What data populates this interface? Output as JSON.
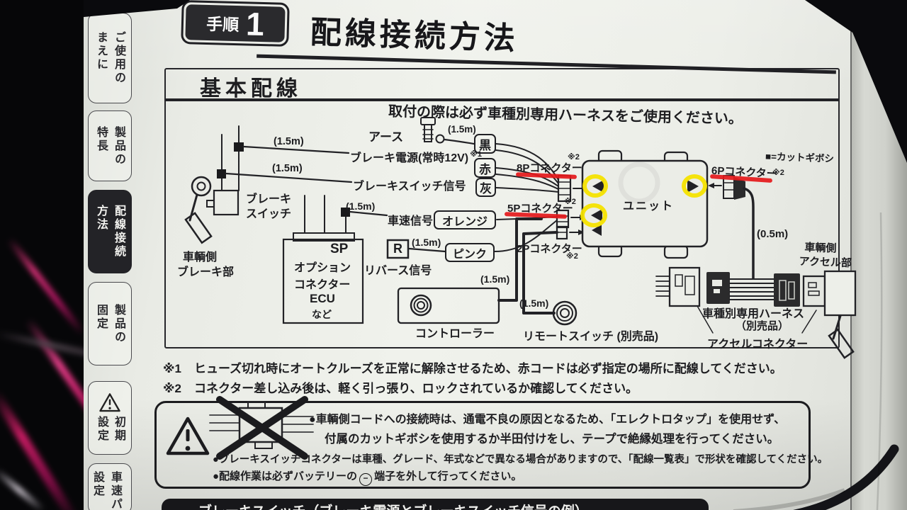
{
  "sidebar": {
    "tabs": [
      {
        "label_line1": "ご使用の",
        "label_line2": "まえに"
      },
      {
        "label_line1": "製品の",
        "label_line2": "特長"
      },
      {
        "label_line1": "配線接続",
        "label_line2": "方法"
      },
      {
        "label_line1": "製品の",
        "label_line2": "固定"
      },
      {
        "label_line1": "初期",
        "label_line2": "設定"
      },
      {
        "label_line1": "車速パ",
        "label_line2": "設定"
      }
    ]
  },
  "header": {
    "step_label": "手順",
    "step_number": "1",
    "title": "配線接続方法"
  },
  "section": {
    "heading": "基本配線",
    "note": "取付の際は必ず車種別専用ハーネスをご使用ください。"
  },
  "diagram": {
    "legend_cut_giboshi": "■=カットギボシ",
    "len_1_5": "(1.5m)",
    "len_0_5": "(0.5m)",
    "ref1": "※1",
    "ref2": "※2",
    "earth": "アース",
    "brake_power": "ブレーキ電源(常時12V)",
    "brake_switch_signal": "ブレーキスイッチ信号",
    "speed_signal": "車速信号",
    "reverse_signal": "リバース信号",
    "reverse_r": "R",
    "wire_black": "黒",
    "wire_red": "赤",
    "wire_gray": "灰",
    "wire_orange": "オレンジ",
    "wire_pink": "ピンク",
    "conn_8p": "8Pコネクター",
    "conn_5p": "5Pコネクター",
    "conn_2p": "2Pコネクター",
    "conn_6p": "6Pコネクター",
    "unit": "ユニット",
    "brake_switch_l1": "ブレーキ",
    "brake_switch_l2": "スイッチ",
    "vehicle_brake_l1": "車輌側",
    "vehicle_brake_l2": "ブレーキ部",
    "sp": "SP",
    "sp_l1": "オプション",
    "sp_l2": "コネクター",
    "sp_l3": "ECU",
    "sp_l4": "など",
    "controller": "コントローラー",
    "remote_switch": "リモートスイッチ (別売品)",
    "harness_l1": "車種別専用ハーネス",
    "harness_l2": "（別売品）",
    "accel_connector": "アクセルコネクター",
    "vehicle_accel_l1": "車輌側",
    "vehicle_accel_l2": "アクセル部"
  },
  "footnotes": [
    {
      "mark": "※1",
      "text": "ヒューズ切れ時にオートクルーズを正常に解除させるため、赤コードは必ず指定の場所に配線してください。"
    },
    {
      "mark": "※2",
      "text": "コネクター差し込み後は、軽く引っ張り、ロックされているか確認してください。"
    }
  ],
  "warning": {
    "bullet1_line1": "●車輌側コードへの接続時は、通電不良の原因となるため、「エレクトロタップ」を使用せず、",
    "bullet1_line2": "付属のカットギボシを使用するか半田付けをし、テープで絶縁処理を行ってください。",
    "bullet2": "●ブレーキスイッチコネクターは車種、グレード、年式などで異なる場合がありますので、「配線一覧表」で形状を確認してください。",
    "bullet3_pre": "●配線作業は必ずバッテリーの",
    "bullet3_minus": "−",
    "bullet3_post": "端子を外して行ってください。"
  },
  "bottom_bar": {
    "text": "ブレーキスイッチ（ブレーキ電源とブレーキスイッチ信号の例）"
  },
  "colors": {
    "marker_red": "#e41a1c",
    "marker_yellow": "#f6e300",
    "ink": "#1d1d20",
    "page": "#edefe9",
    "step_box": "#2a2a2d"
  }
}
